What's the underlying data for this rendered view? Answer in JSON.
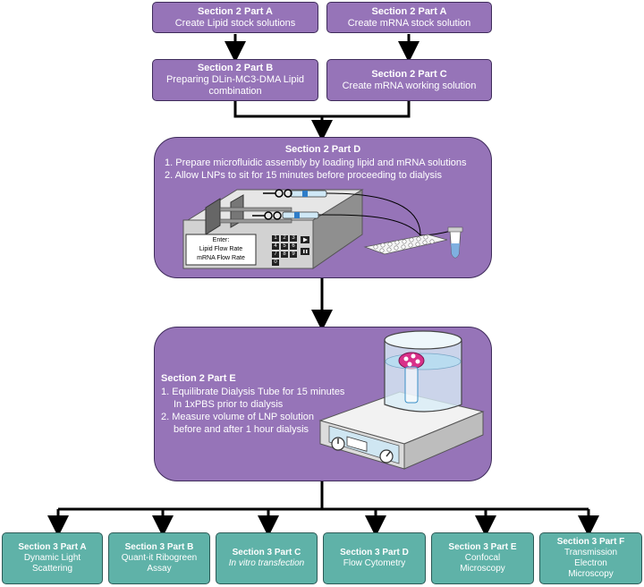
{
  "colors": {
    "box_fill": "#9674b8",
    "box_border": "#3e2b5a",
    "teal_fill": "#5fb2a8",
    "arrow": "#000000"
  },
  "top_left": {
    "title": "Section 2 Part A",
    "text": "Create Lipid stock solutions"
  },
  "top_right": {
    "title": "Section 2 Part A",
    "text": "Create mRNA stock solution"
  },
  "mid_left": {
    "title": "Section 2 Part B",
    "line1": "Preparing DLin-MC3-DMA Lipid",
    "line2": "combination"
  },
  "mid_right": {
    "title": "Section 2 Part C",
    "text": "Create mRNA working solution"
  },
  "part_d": {
    "title": "Section 2 Part D",
    "step1": "1. Prepare microfluidic assembly by loading lipid and mRNA solutions",
    "step2": "2. Allow LNPs to sit for 15 minutes before proceeding to dialysis",
    "pump_screen": {
      "line1": "Enter:",
      "line2": "Lipid Flow Rate",
      "line3": "mRNA Flow Rate"
    },
    "keypad": [
      "1",
      "2",
      "3",
      "4",
      "5",
      "6",
      "7",
      "8",
      "9",
      "0"
    ]
  },
  "part_e": {
    "title": "Section 2 Part E",
    "step1a": "1. Equilibrate Dialysis Tube for 15 minutes",
    "step1b": "In 1xPBS prior to dialysis",
    "step2a": "2. Measure volume of LNP solution",
    "step2b": "before and after 1 hour dialysis"
  },
  "section3": [
    {
      "title": "Section 3 Part A",
      "line1": "Dynamic Light",
      "line2": "Scattering"
    },
    {
      "title": "Section 3 Part B",
      "line1": "Quant-it Ribogreen",
      "line2": "Assay"
    },
    {
      "title": "Section 3 Part C",
      "line1": "In vitro transfection",
      "line2": ""
    },
    {
      "title": "Section 3 Part D",
      "line1": "Flow Cytometry",
      "line2": ""
    },
    {
      "title": "Section 3 Part E",
      "line1": "Confocal",
      "line2": "Microscopy"
    },
    {
      "title": "Section 3 Part F",
      "line1": "Transmission",
      "line2": "Electron",
      "line3": "Microscopy"
    }
  ]
}
